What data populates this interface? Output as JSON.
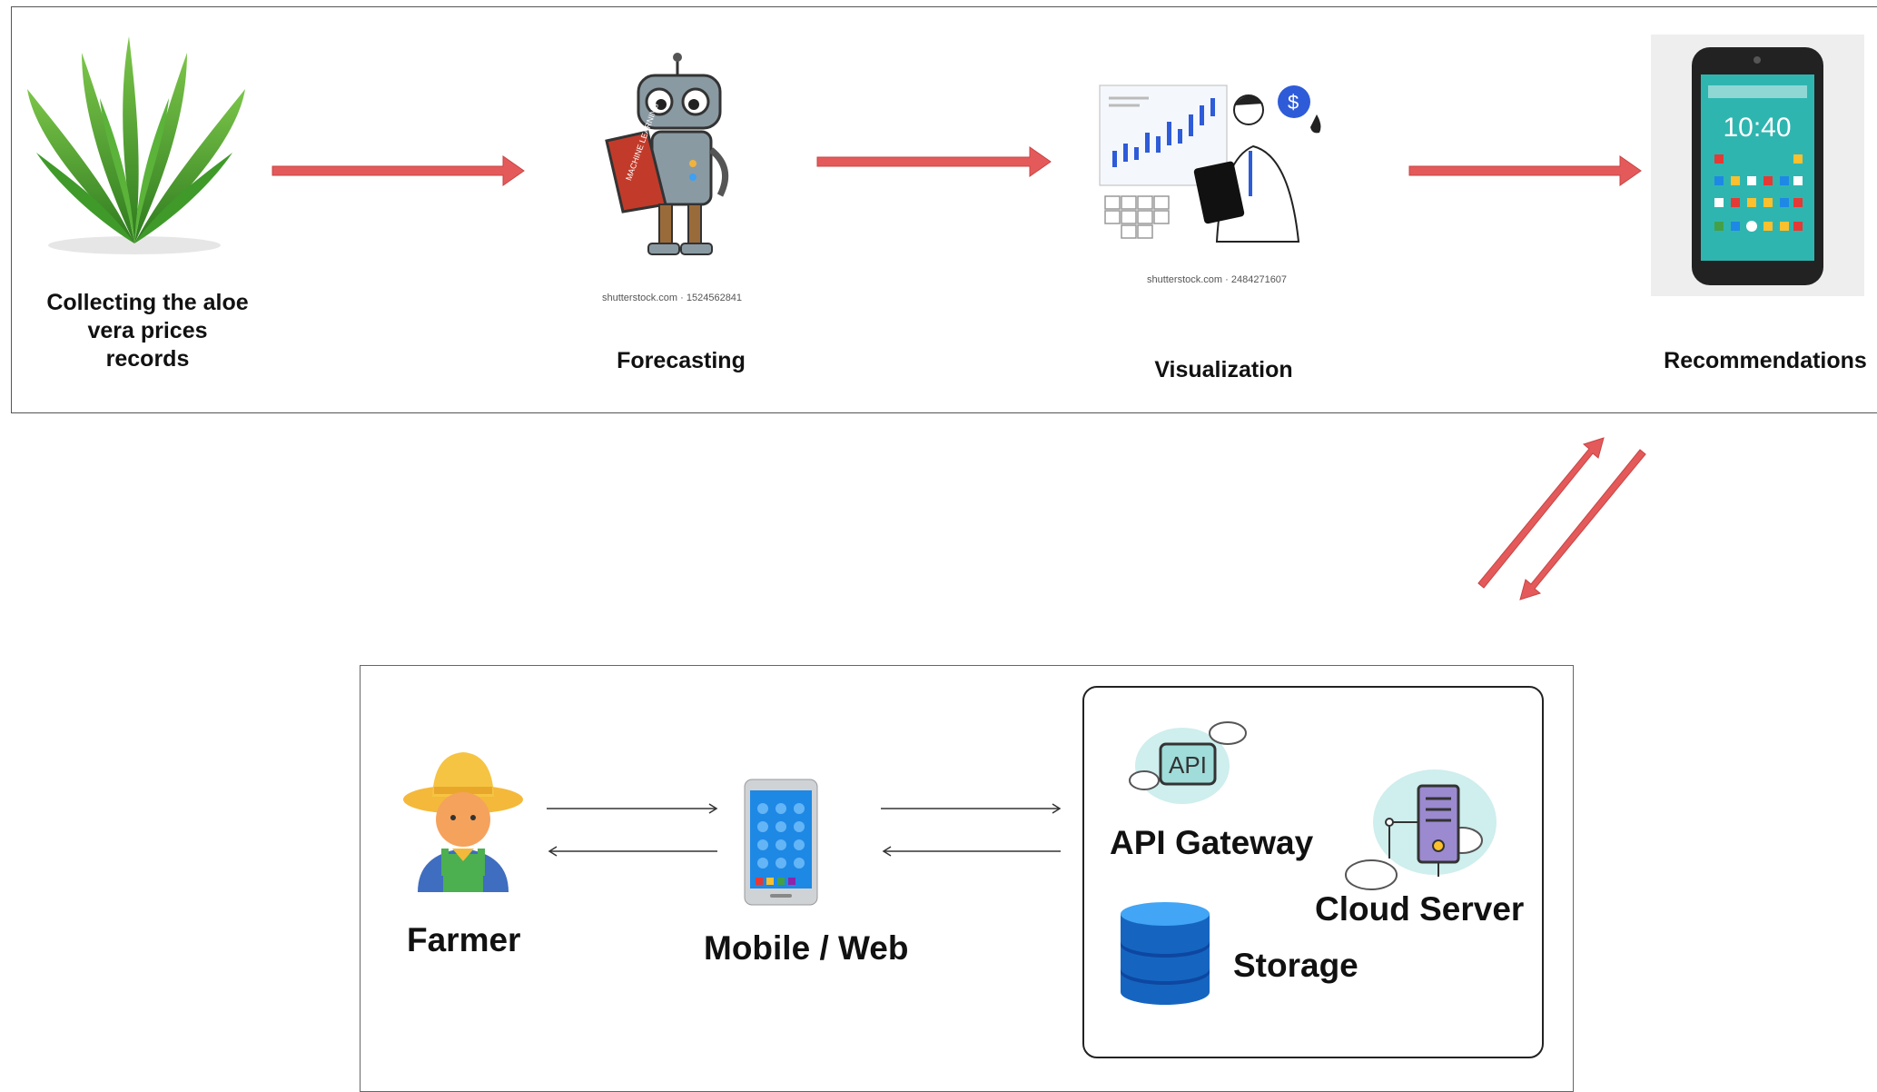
{
  "pipeline": {
    "step1_label": "Collecting the aloe\nvera prices\nrecords",
    "step2_label": "Forecasting",
    "step2_caption": "shutterstock.com · 1524562841",
    "step2_book_text": "MACHINE LEARNING",
    "step3_label": "Visualization",
    "step3_caption": "shutterstock.com · 2484271607",
    "step4_label": "Recommendations",
    "step4_clock": "10:40"
  },
  "architecture": {
    "farmer_label": "Farmer",
    "client_label": "Mobile / Web",
    "api_icon_text": "API",
    "api_label": "API Gateway",
    "server_label": "Cloud Server",
    "storage_label": "Storage"
  },
  "colors": {
    "arrow_red": "#e45a5a",
    "phone_teal": "#2fb5b0",
    "db_blue": "#1565c0",
    "cloud_teal": "#cfeeee"
  },
  "icons": [
    "aloe-plant-icon",
    "robot-reading-icon",
    "analyst-charts-icon",
    "smartphone-icon",
    "farmer-icon",
    "mobile-device-icon",
    "api-cloud-icon",
    "cloud-server-icon",
    "database-icon"
  ]
}
